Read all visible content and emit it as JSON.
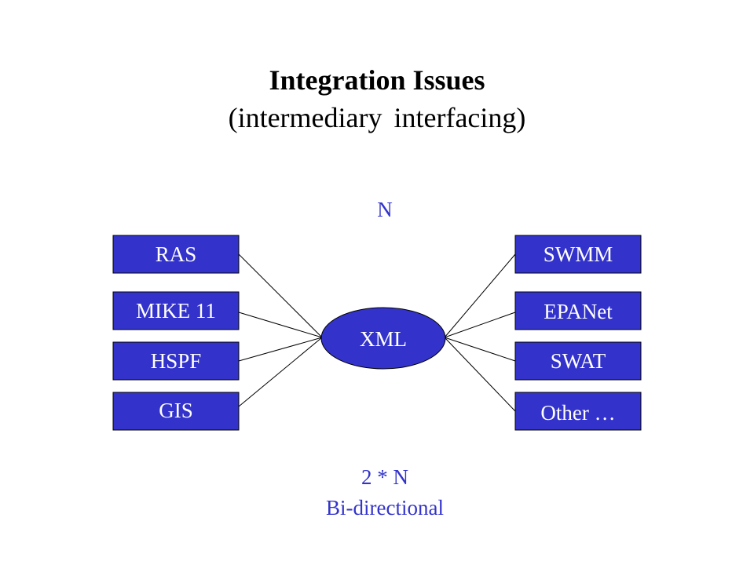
{
  "title": "Integration Issues",
  "subtitle": "(intermediary interfacing)",
  "colors": {
    "box_fill": "#3333cc",
    "label_text": "#ffffff",
    "note_text": "#3333cc",
    "connector": "#000000"
  },
  "hub": {
    "label": "XML"
  },
  "left_models": [
    {
      "label": "RAS"
    },
    {
      "label": "MIKE 11"
    },
    {
      "label": "HSPF"
    },
    {
      "label": "GIS"
    }
  ],
  "right_models": [
    {
      "label": "SWMM"
    },
    {
      "label": "EPANet"
    },
    {
      "label": "SWAT"
    },
    {
      "label": "Other …"
    }
  ],
  "top_note": "N",
  "bottom_note": {
    "line1": "2 * N",
    "line2": "Bi-directional"
  }
}
